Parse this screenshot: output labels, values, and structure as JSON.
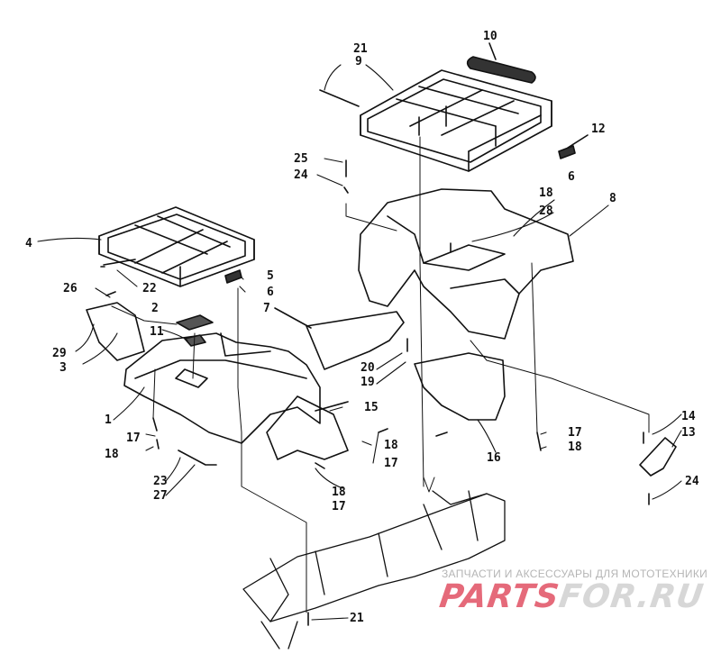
{
  "callouts": {
    "n1": "1",
    "n2": "2",
    "n3": "3",
    "n4": "4",
    "n5": "5",
    "n6a": "6",
    "n6b": "6",
    "n7": "7",
    "n8": "8",
    "n9": "9",
    "n10": "10",
    "n11": "11",
    "n12": "12",
    "n13": "13",
    "n14": "14",
    "n15": "15",
    "n16": "16",
    "n17a": "17",
    "n17b": "17",
    "n17c": "17",
    "n17d": "17",
    "n18a": "18",
    "n18b": "18",
    "n18c": "18",
    "n18d": "18",
    "n18e": "18",
    "n19": "19",
    "n20": "20",
    "n21a": "21",
    "n21b": "21",
    "n22": "22",
    "n23": "23",
    "n24a": "24",
    "n24b": "24",
    "n25": "25",
    "n26": "26",
    "n27": "27",
    "n28": "28",
    "n29": "29"
  },
  "watermark": {
    "tagline": "ЗАПЧАСТИ И АКСЕССУАРЫ ДЛЯ МОТОТЕХНИКИ",
    "brand_a": "PARTS",
    "brand_b": "FOR.RU"
  },
  "colors": {
    "line": "#111111",
    "watermark_red": "#e56a7a",
    "watermark_grey": "#d7d7d7"
  }
}
